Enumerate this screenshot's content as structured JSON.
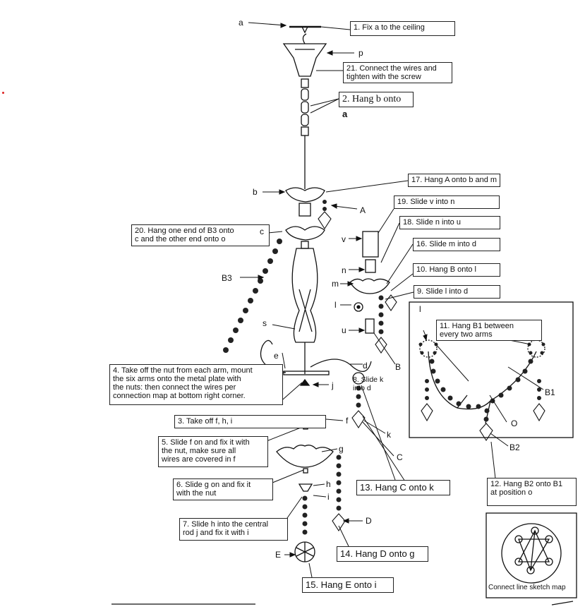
{
  "steps": {
    "s1": "1. Fix a to the ceiling",
    "s21": "21. Connect the wires and\ntighten with the screw",
    "s2": "2. Hang b onto",
    "s2a": "a",
    "s17": "17. Hang A onto b and m",
    "s19": "19. Slide v into n",
    "s18": "18. Slide n into u",
    "s16": "16. Slide m into d",
    "s10": "10. Hang B onto l",
    "s9": "9. Slide l into d",
    "s20": "20. Hang one end of B3 onto\nc and the other end onto o",
    "s11": "11. Hang B1 between\nevery two arms",
    "s4": "4. Take off the nut from each arm, mount\nthe six arms onto the metal plate with\nthe nuts: then connect the wires per\nconnection map at bottom right corner.",
    "s8": "8. Slide k\ninto d",
    "s3": "3. Take off f, h, i",
    "s5": "5. Slide f on and fix it with\nthe nut, make sure all\nwires are covered in f",
    "s6": "6. Slide g on and fix it\nwith the nut",
    "s13": "13. Hang C onto k",
    "s12": "12. Hang B2 onto B1\nat position o",
    "s7": "7. Slide h into the central\nrod j and fix it with i",
    "s14": "14. Hang D onto g",
    "s15": "15. Hang E onto i",
    "sketch": "Connect line sketch map"
  },
  "letters": {
    "a": "a",
    "p": "p",
    "b": "b",
    "A": "A",
    "c": "c",
    "B3": "B3",
    "v": "v",
    "n": "n",
    "m": "m",
    "l": "l",
    "u": "u",
    "s": "s",
    "e": "e",
    "d": "d",
    "j": "j",
    "B": "B",
    "l2": "l",
    "B1": "B1",
    "O": "O",
    "f": "f",
    "k": "k",
    "C": "C",
    "g": "g",
    "B2": "B2",
    "h": "h",
    "i": "i",
    "D": "D",
    "E": "E"
  }
}
